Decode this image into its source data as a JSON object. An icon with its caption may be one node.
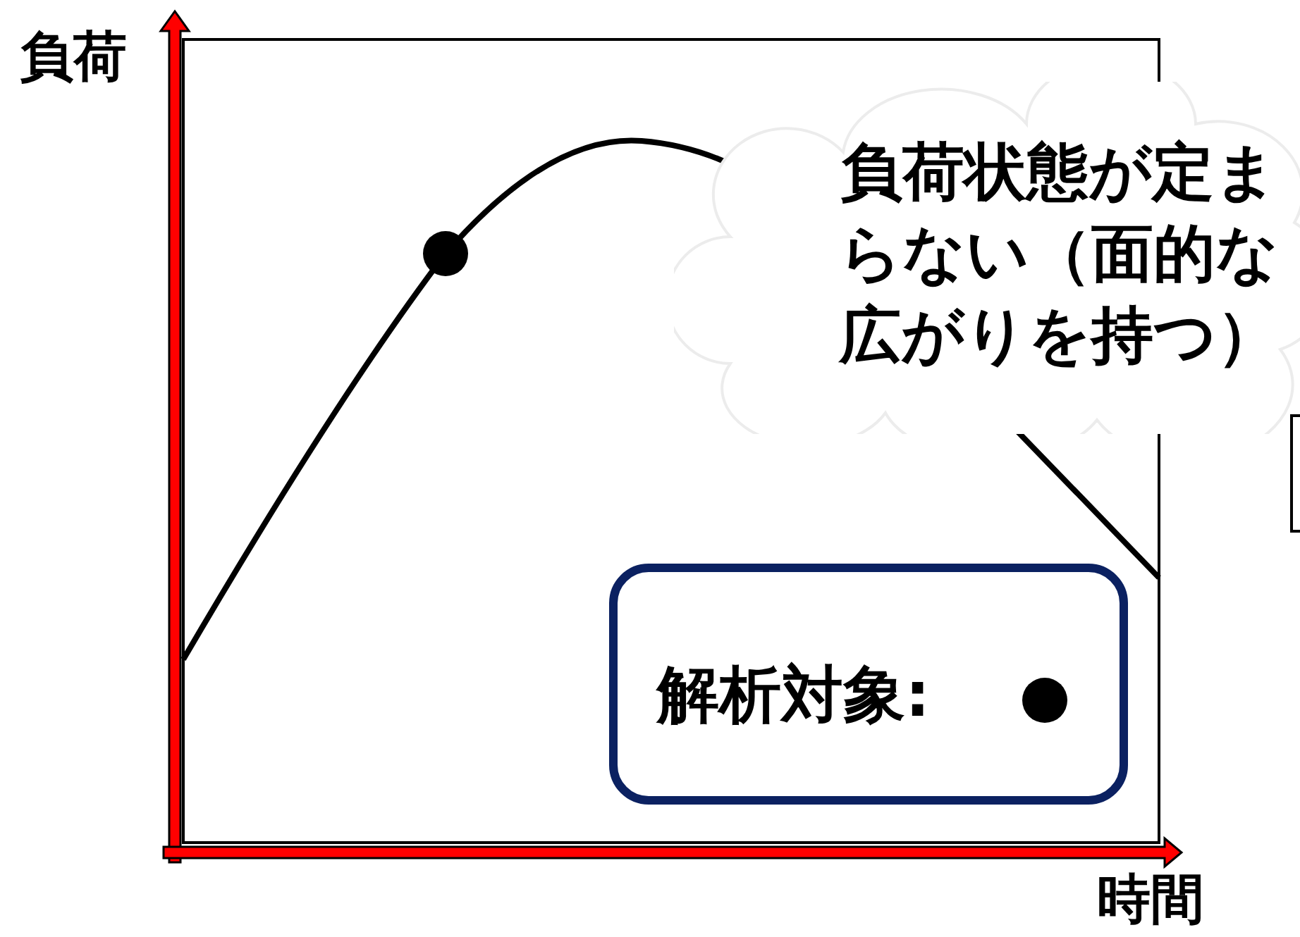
{
  "diagram": {
    "nodes": [
      {
        "text": [
          "負荷状態が定まらない（面的な広がりを持つ）"
        ]
      },
      {
        "text": [
          "解析対象:"
        ]
      }
    ],
    "labels": [
      "負荷",
      "時間"
    ]
  }
}
